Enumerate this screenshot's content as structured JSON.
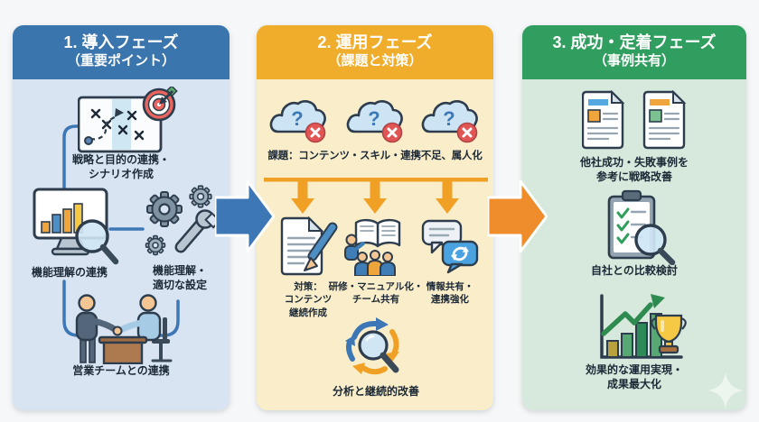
{
  "colors": {
    "page-bg": "#f6f7f8",
    "text": "#1b2836",
    "phase1-header": "#3a75ad",
    "phase1-body": "#d8e4f2",
    "phase2-header": "#f0ad2b",
    "phase2-body": "#f9edca",
    "phase3-header": "#2f9e5f",
    "phase3-body": "#d7e8dc",
    "arrow-blue": "#3d77b5",
    "arrow-orange": "#ef8d2d",
    "distribution-orange": "#f0a125"
  },
  "phases": [
    {
      "title": "1. 導入フェーズ",
      "subtitle": "（重要ポイント）",
      "items": {
        "strategy": {
          "icon": "strategy-board-target-icon",
          "label": "戦略と目的の連携・\nシナリオ作成"
        },
        "monitor": {
          "icon": "monitor-chart-magnifier-icon",
          "label": "機能理解の連携"
        },
        "gears": {
          "icon": "gears-wrench-icon",
          "label": "機能理解・\n適切な設定"
        },
        "handshake": {
          "icon": "handshake-desk-icon",
          "label": "営業チームとの連携"
        }
      }
    },
    {
      "title": "2. 運用フェーズ",
      "subtitle": "（課題と対策）",
      "issues_label": "課題：コンテンツ・スキル・連携不足、属人化",
      "clouds": {
        "icon": "cloud-question-error-icon",
        "count": 3
      },
      "items": {
        "countermeasure": {
          "icon": "document-pencil-icon",
          "label": "対策：\nコンテンツ\n継続作成"
        },
        "training": {
          "icon": "training-book-team-icon",
          "label": "研修・マニュアル化・\nチーム共有"
        },
        "sharing": {
          "icon": "chat-sync-icon",
          "label": "情報共有・\n連携強化"
        },
        "analysis": {
          "icon": "analysis-cycle-magnifier-icon",
          "label": "分析と継続的改善"
        }
      }
    },
    {
      "title": "3. 成功・定着フェーズ",
      "subtitle": "（事例共有）",
      "items": {
        "cases": {
          "icon": "case-documents-icon",
          "label": "他社成功・失敗事例を\n参考に戦略改善"
        },
        "compare": {
          "icon": "clipboard-check-magnifier-icon",
          "label": "自社との比較検討"
        },
        "results": {
          "icon": "growth-chart-trophy-icon",
          "label": "効果的な運用実現・\n成果最大化"
        }
      }
    }
  ],
  "arrows": [
    {
      "name": "phase1-to-phase2",
      "color": "#3d77b5"
    },
    {
      "name": "phase2-to-phase3",
      "color": "#ef8d2d"
    }
  ]
}
